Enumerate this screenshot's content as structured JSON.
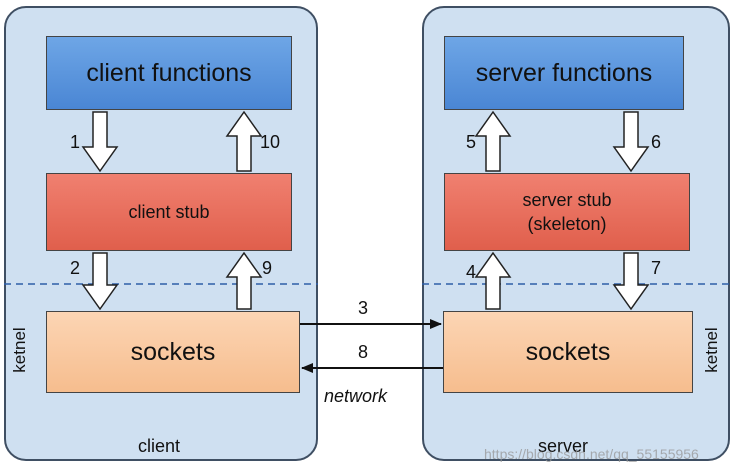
{
  "client": {
    "panel_label": "client",
    "functions": "client functions",
    "stub": "client stub",
    "sockets": "sockets",
    "kernel_label": "ketnel"
  },
  "server": {
    "panel_label": "server",
    "functions": "server functions",
    "stub_line1": "server stub",
    "stub_line2": "(skeleton)",
    "sockets": "sockets",
    "kernel_label": "ketnel"
  },
  "steps": {
    "s1": "1",
    "s2": "2",
    "s3": "3",
    "s4": "4",
    "s5": "5",
    "s6": "6",
    "s7": "7",
    "s8": "8",
    "s9": "9",
    "s10": "10"
  },
  "network_label": "network",
  "watermark": "https://blog.csdn.net/qq_55155956",
  "colors": {
    "panel": "#cfe0f1",
    "functions": "#4a86d4",
    "stub": "#e05f4c",
    "sockets": "#f6bd8e",
    "divider": "#2f5fa8"
  }
}
